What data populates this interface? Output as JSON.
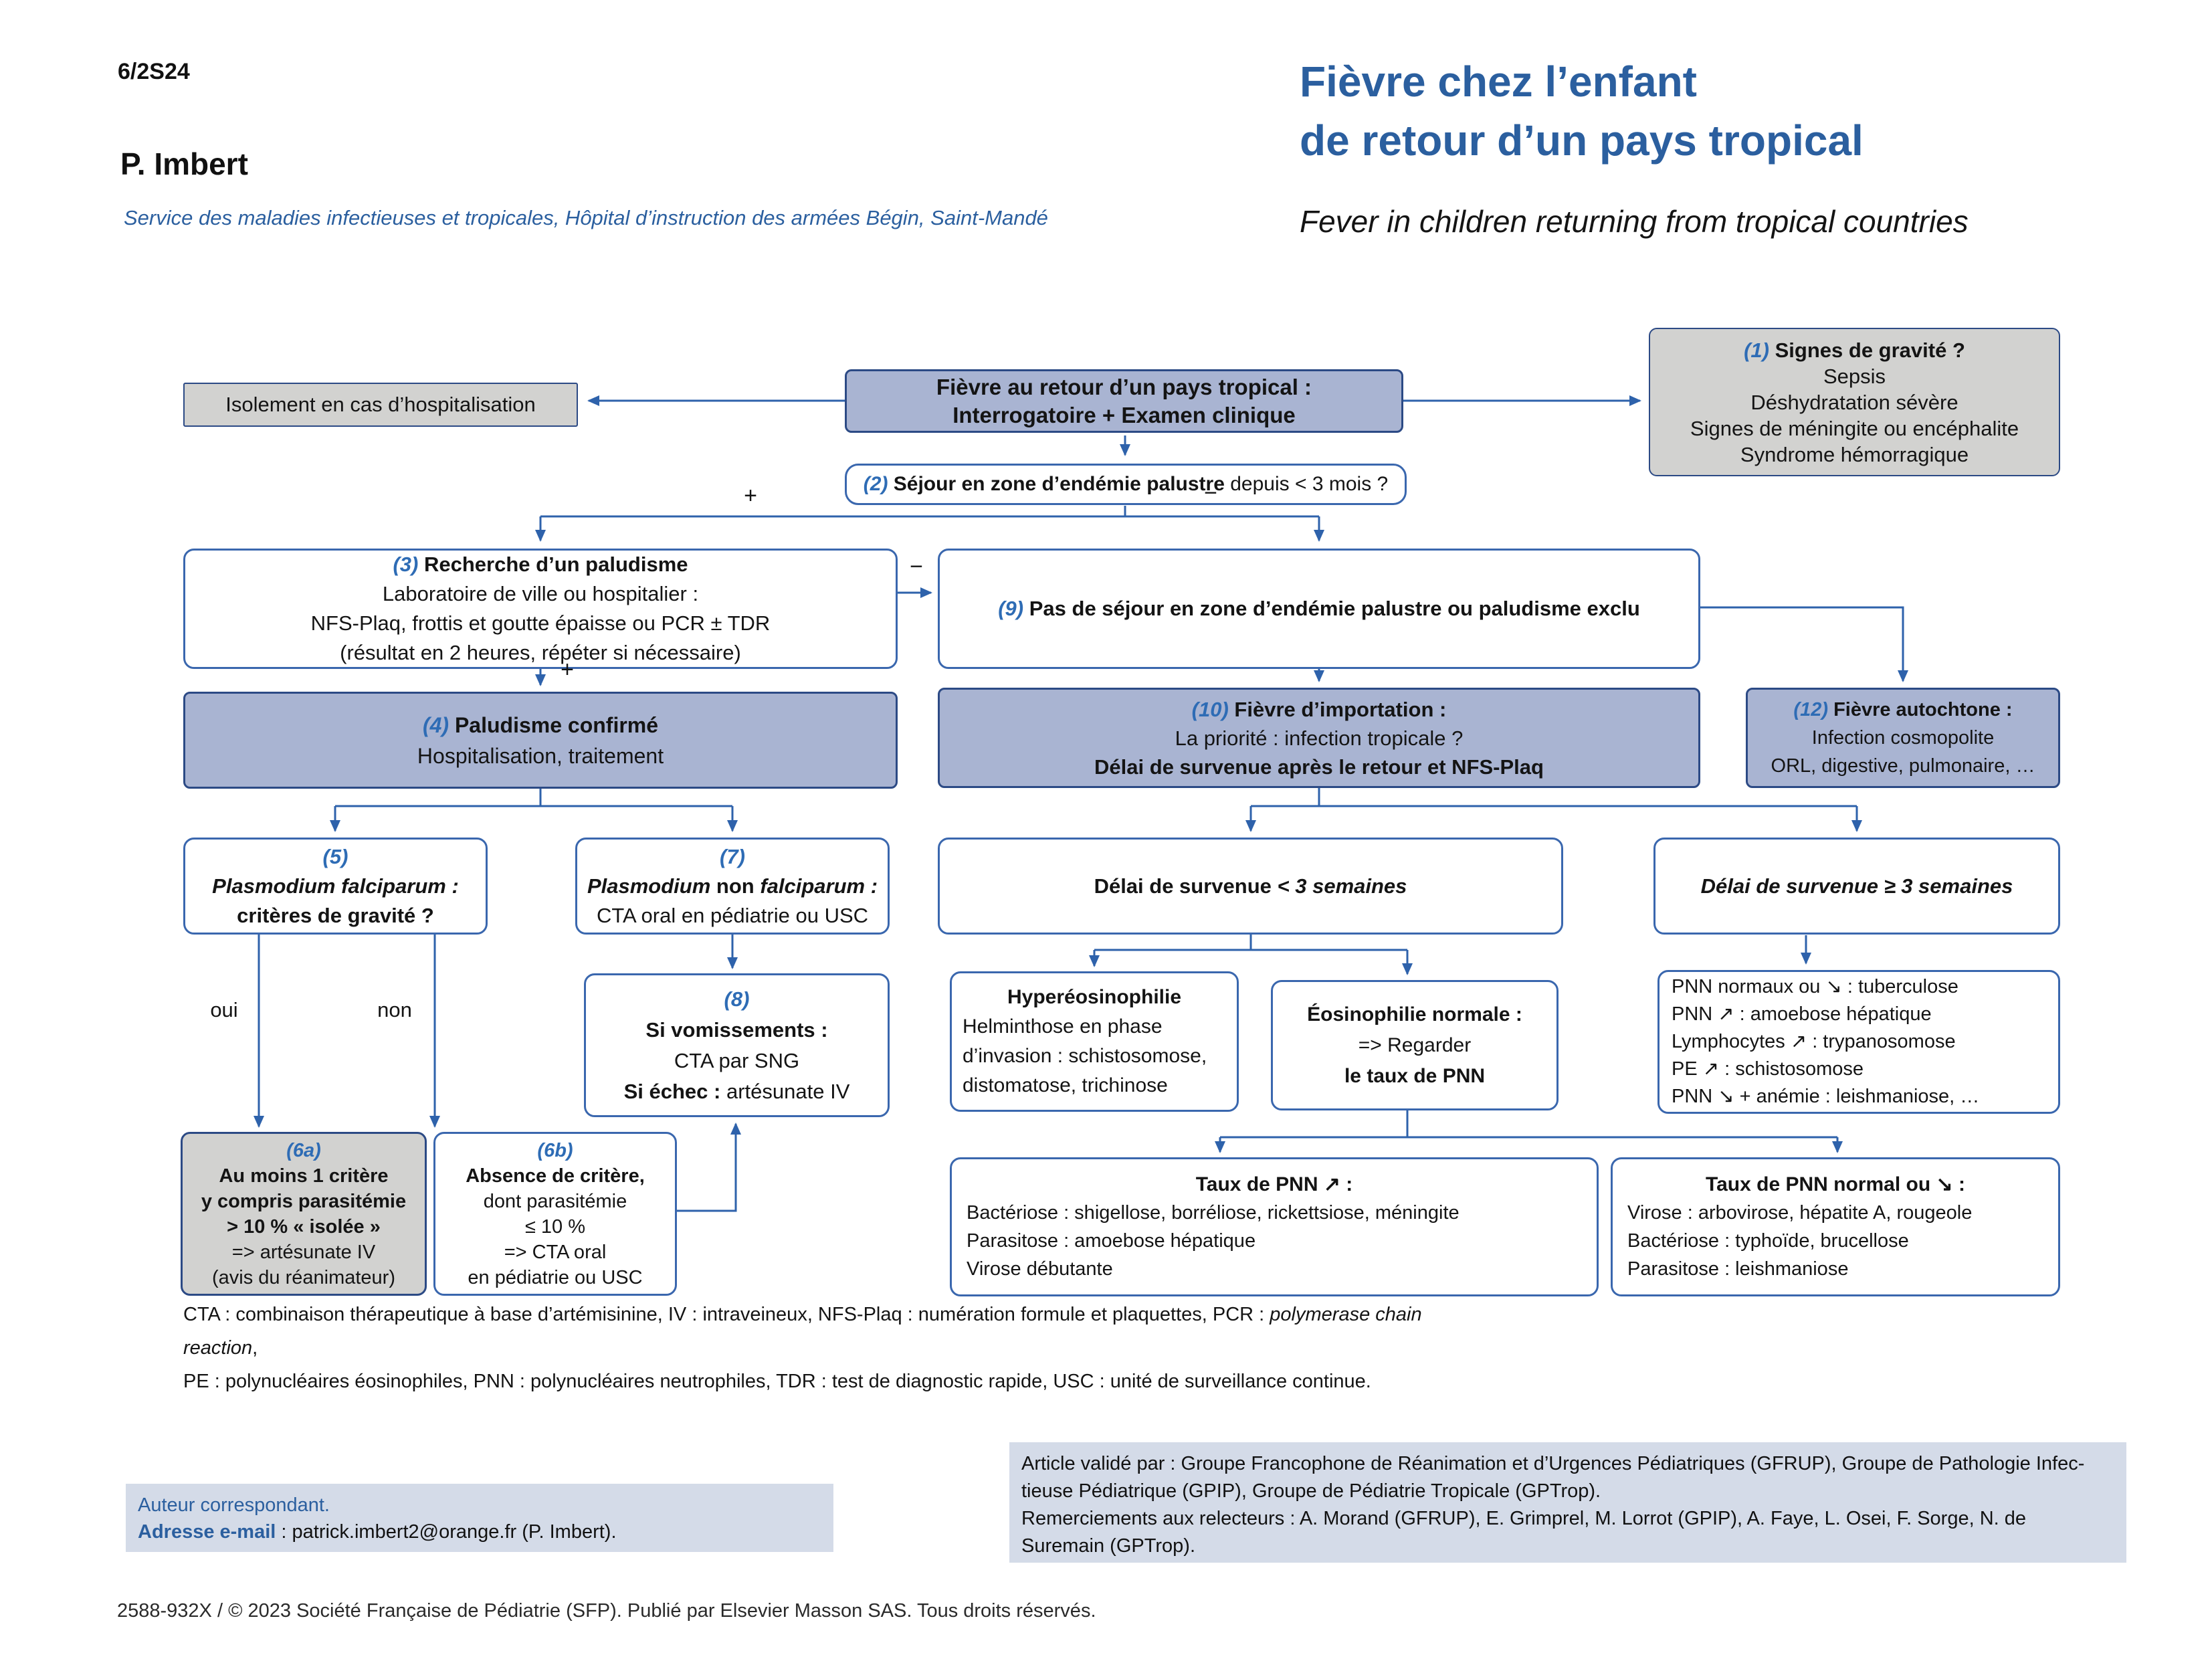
{
  "colors": {
    "accent_blue": "#2b5f9f",
    "number_blue": "#2e6cb5",
    "node_fill_periwinkle": "#a9b4d2",
    "node_fill_grey": "#d2d2d0",
    "node_border_navy": "#2c4a85",
    "node_border_blue": "#3a67ae",
    "connector_blue": "#2e62ab",
    "footer_fill": "#d4dbe8"
  },
  "header": {
    "doc_code": "6/2S24",
    "author": "P. Imbert",
    "affiliation": "Service des maladies infectieuses et tropicales, Hôpital d’instruction des armées Bégin, Saint-Mandé"
  },
  "title": {
    "fr_line1": "Fièvre chez l’enfant",
    "fr_line2": "de retour d’un pays tropical",
    "en": "Fever in children returning from tropical countries"
  },
  "nodes": {
    "isolement": {
      "text": "Isolement en cas d’hospitalisation"
    },
    "fievre": {
      "line1": "Fièvre au retour d’un pays tropical :",
      "line2": "Interrogatoire + Examen clinique"
    },
    "q2": {
      "num": "(2)",
      "bold": "Séjour en zone d’endémie palustre",
      "rest": "depuis < 3 mois ?"
    },
    "gravite": {
      "num": "(1)",
      "title": "Signes de gravité ?",
      "items": [
        "Sepsis",
        "Déshydratation sévère",
        "Signes de méningite ou encéphalite",
        "Syndrome hémorragique"
      ]
    },
    "recherche": {
      "num": "(3)",
      "title": "Recherche d’un paludisme",
      "lines": [
        "Laboratoire de ville ou hospitalier :",
        "NFS-Plaq, frottis et goutte épaisse ou PCR ± TDR",
        "(résultat en 2 heures, répéter si nécessaire)"
      ]
    },
    "pas_sejour": {
      "num": "(9)",
      "title": "Pas de séjour en zone d’endémie palustre ou paludisme exclu"
    },
    "confirme": {
      "num": "(4)",
      "title": "Paludisme confirmé",
      "line": "Hospitalisation, traitement"
    },
    "importation": {
      "num": "(10)",
      "title": "Fièvre d’importation :",
      "line": "La priorité : infection tropicale ?",
      "bold_line": "Délai de survenue après le retour et NFS-Plaq"
    },
    "autochtone": {
      "num": "(12)",
      "title": "Fièvre autochtone :",
      "lines": [
        "Infection cosmopolite",
        "ORL, digestive, pulmonaire, …"
      ]
    },
    "falciparum": {
      "num": "(5)",
      "italic": "Plasmodium falciparum :",
      "bold": "critères de gravité ?"
    },
    "non_falciparum": {
      "num": "(7)",
      "italic1": "Plasmodium",
      "upright": "non",
      "italic2": "falciparum :",
      "line": "CTA oral en pédiatrie ou USC"
    },
    "delai_lt": {
      "bold": "Délai de survenue",
      "italic": "< 3 semaines"
    },
    "delai_ge": {
      "text": "Délai de survenue ≥ 3 semaines"
    },
    "vomissements": {
      "num": "(8)",
      "bold1": "Si vomissements :",
      "line": "CTA par SNG",
      "bold2": "Si échec :",
      "rest": "artésunate IV"
    },
    "hyper": {
      "title": "Hyperéosinophilie",
      "lines": [
        "Helminthose en phase",
        "d’invasion : schistosomose,",
        "distomatose, trichinose"
      ]
    },
    "eosino": {
      "title": "Éosinophilie normale :",
      "line": "=> Regarder",
      "bold": "le taux de PNN"
    },
    "pnn_oriente": {
      "lines": [
        "PNN normaux ou ↘ : tuberculose",
        "PNN ↗ : amoebose hépatique",
        "Lymphocytes ↗ : trypanosomose",
        "PE ↗ : schistosomose",
        "PNN ↘ + anémie : leishmaniose, …"
      ]
    },
    "critere": {
      "num": "(6a)",
      "bold_lines": [
        "Au moins 1 critère",
        "y compris parasitémie",
        "> 10 % « isolée »"
      ],
      "lines": [
        "=> artésunate IV",
        "(avis du réanimateur)"
      ]
    },
    "absence": {
      "num": "(6b)",
      "bold": "Absence de critère,",
      "lines": [
        "dont  parasitémie",
        "≤ 10 %",
        "=> CTA oral",
        "en pédiatrie ou USC"
      ]
    },
    "pnn_up": {
      "title": "Taux de PNN ↗ :",
      "lines": [
        "Bactériose : shigellose, borréliose, rickettsiose, méningite",
        "Parasitose : amoebose hépatique",
        "Virose débutante"
      ]
    },
    "pnn_norm": {
      "title": "Taux de PNN normal ou ↘ :",
      "lines": [
        "Virose : arbovirose, hépatite A, rougeole",
        "Bactériose : typhoïde, brucellose",
        "Parasitose : leishmaniose"
      ]
    }
  },
  "edge_labels": {
    "plus_left": "+",
    "minus_right": "−",
    "minus_exclu": "−",
    "plus_confirm": "+",
    "oui": "oui",
    "non": "non"
  },
  "footnote": {
    "line1_prefix": "CTA : combinaison thérapeutique à base d’artémisinine, IV : intraveineux, NFS-Plaq : numération formule et plaquettes, PCR : ",
    "line1_italic": "polymerase chain reaction",
    "line1_suffix": ",",
    "line2": "PE : polynucléaires éosinophiles, PNN : polynucléaires neutrophiles, TDR : test de diagnostic rapide, USC : unité de surveillance continue."
  },
  "correspondence": {
    "line1": "Auteur correspondant.",
    "label": "Adresse e-mail",
    "rest": " : patrick.imbert2@orange.fr (P. Imbert)."
  },
  "validation": {
    "line1": "Article validé par : Groupe Francophone de Réanimation et d’Urgences Pédiatriques (GFRUP), Groupe de Pathologie Infec-",
    "line2": "tieuse Pédiatrique (GPIP), Groupe de Pédiatrie Tropicale (GPTrop).",
    "line3": "Remerciements aux relecteurs : A. Morand (GFRUP), E. Grimprel, M. Lorrot (GPIP), A. Faye, L. Osei, F. Sorge, N. de",
    "line4": "Suremain (GPTrop)."
  },
  "copyright": "2588-932X / © 2023 Société Française de Pédiatrie (SFP). Publié par Elsevier Masson SAS. Tous droits réservés."
}
